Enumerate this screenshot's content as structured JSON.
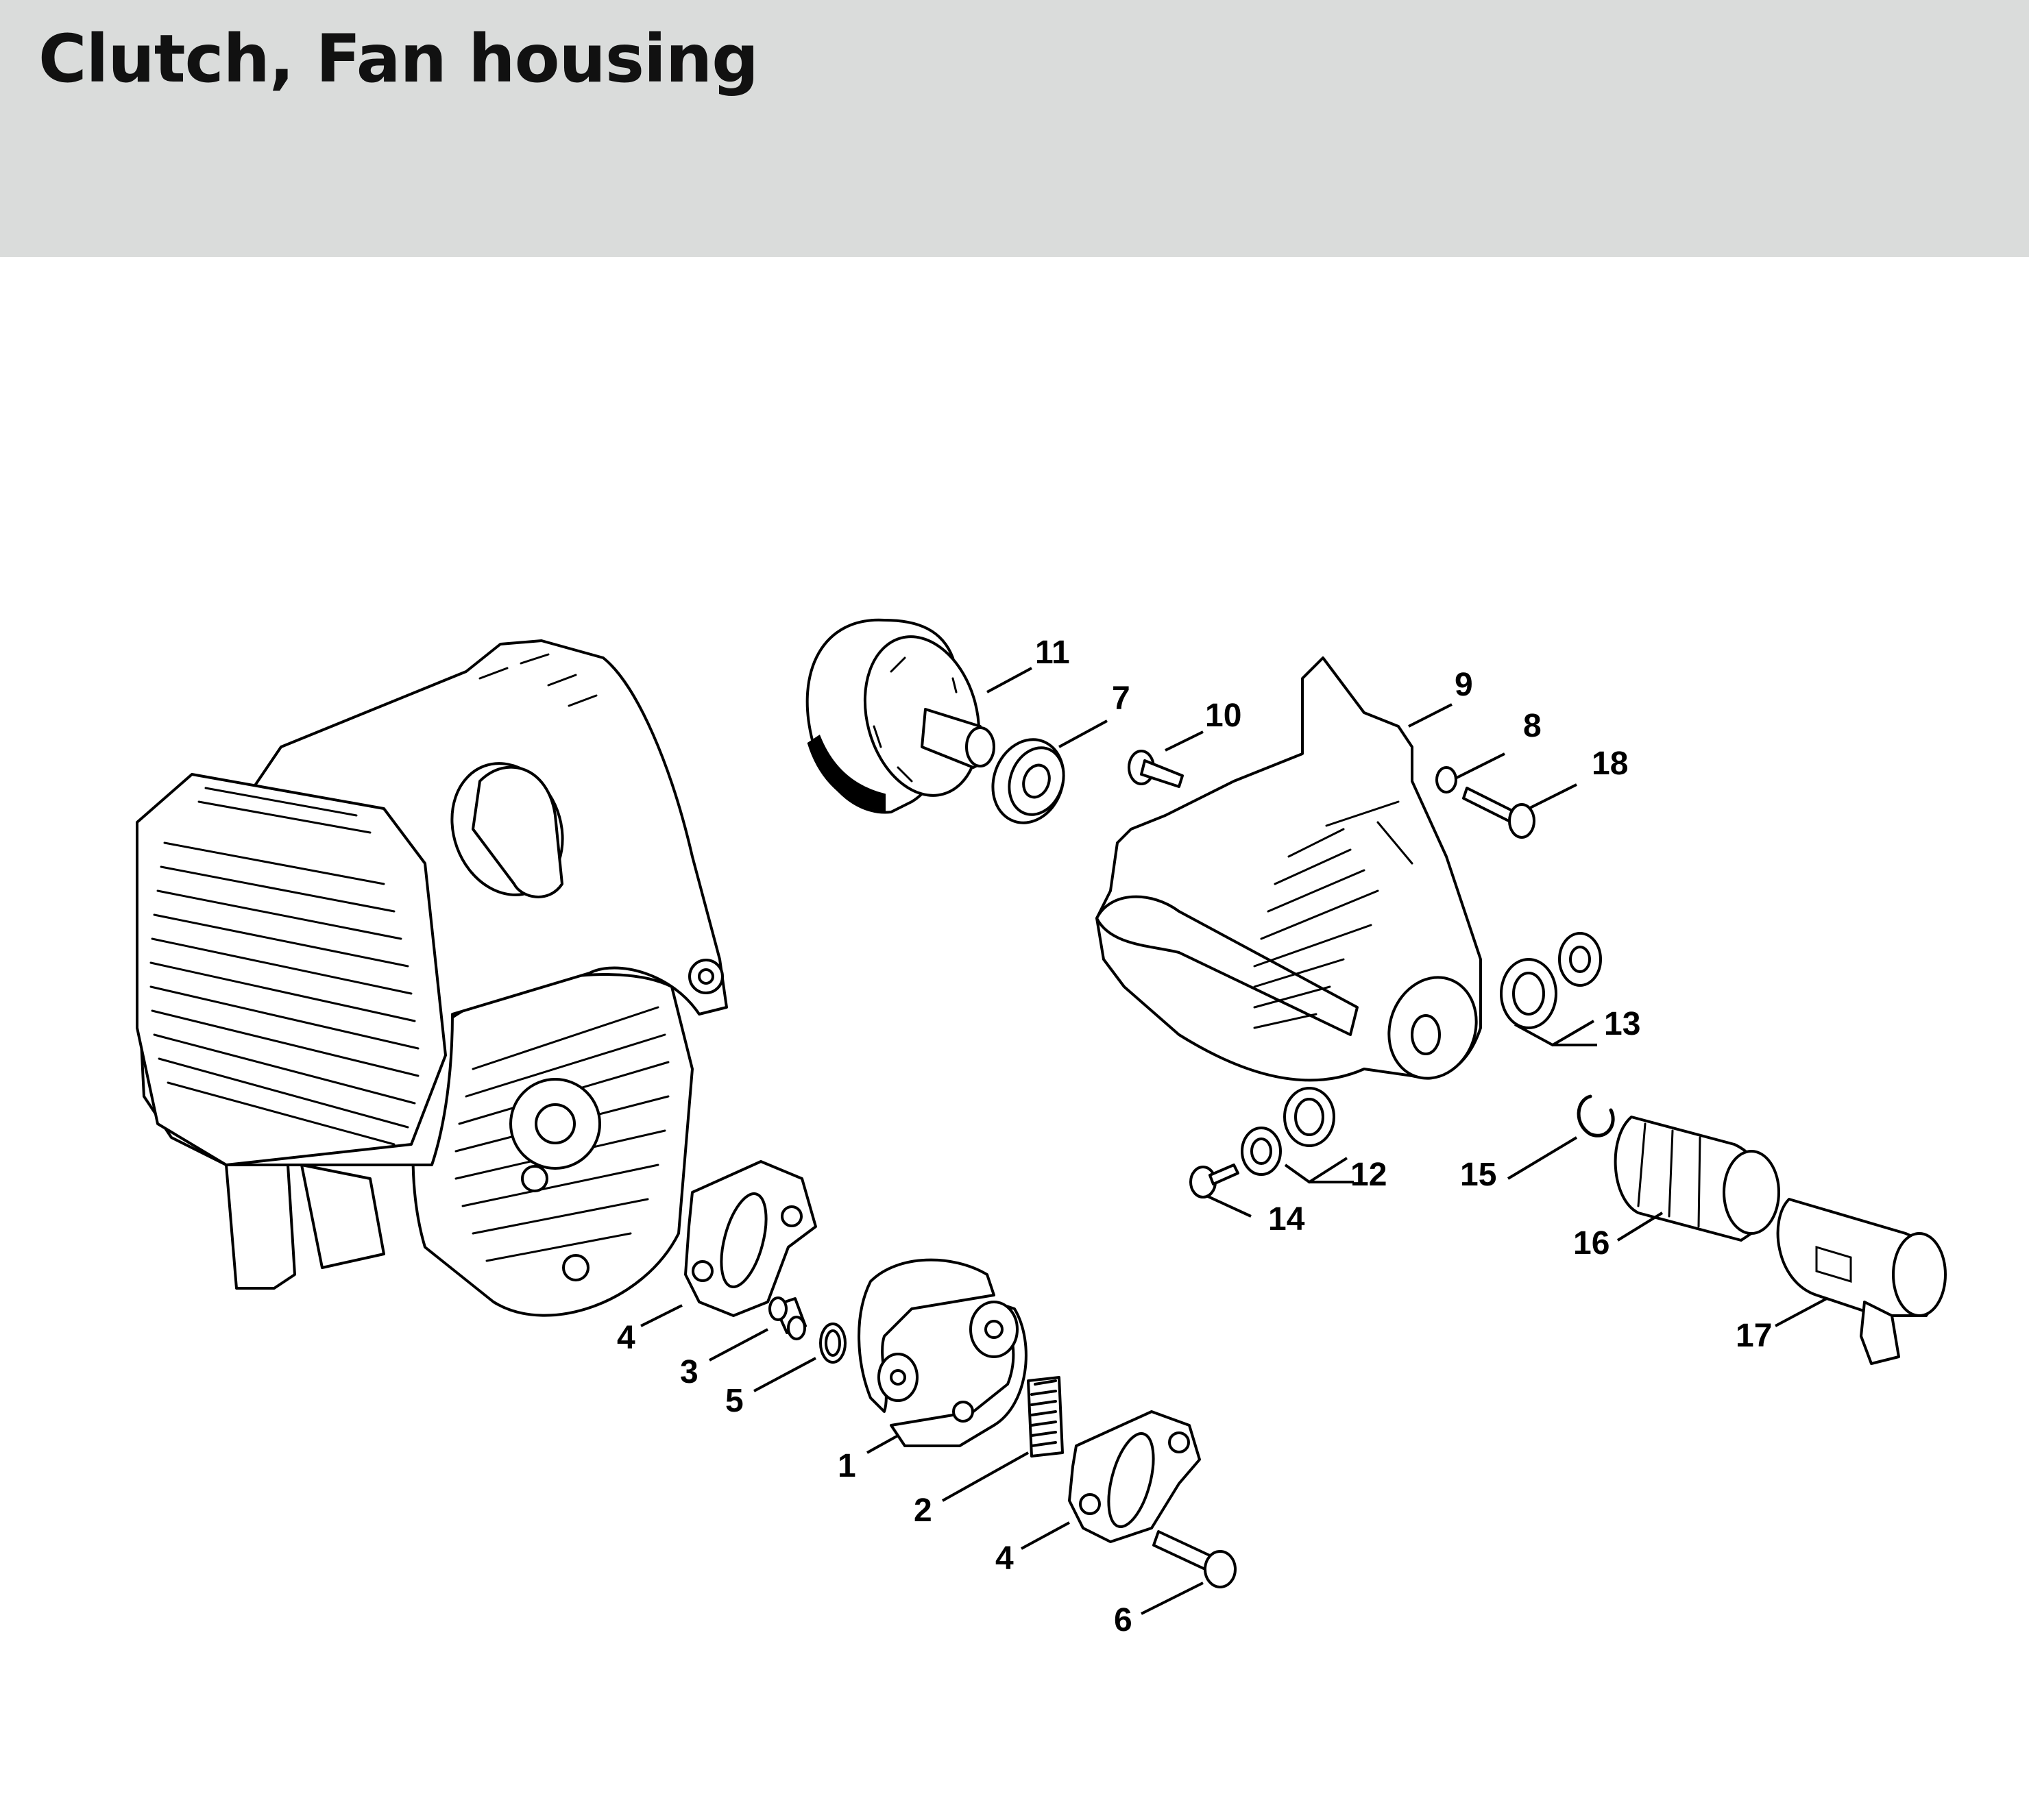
{
  "header": {
    "title": "Clutch, Fan housing"
  },
  "callouts": [
    "1",
    "2",
    "3",
    "4",
    "4",
    "5",
    "6",
    "7",
    "8",
    "9",
    "10",
    "11",
    "12",
    "13",
    "14",
    "15",
    "16",
    "17",
    "18"
  ]
}
